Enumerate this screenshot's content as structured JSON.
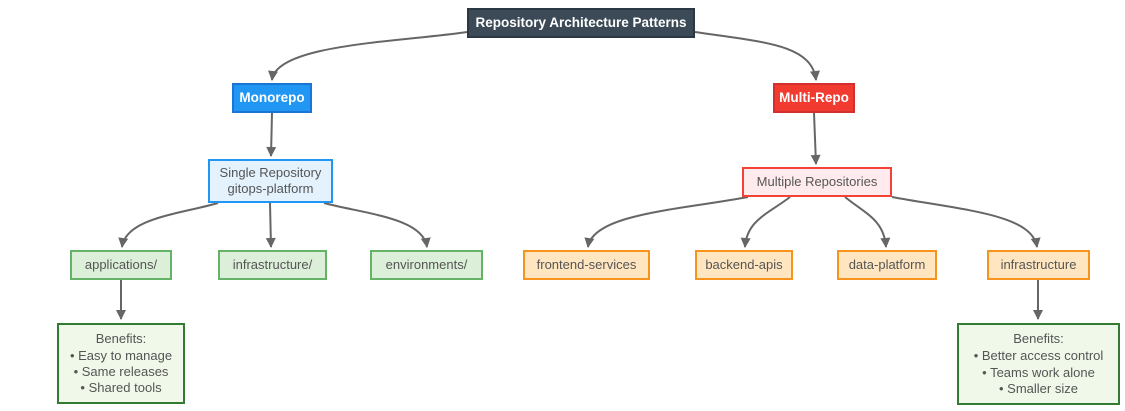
{
  "diagram": {
    "type": "flowchart",
    "title": "Repository Architecture Patterns",
    "nodes": {
      "root": {
        "label": "Repository Architecture Patterns"
      },
      "monorepo": {
        "label": "Monorepo"
      },
      "multirepo": {
        "label": "Multi-Repo"
      },
      "single_repo": {
        "line1": "Single Repository",
        "line2": "gitops-platform"
      },
      "multiple_repos": {
        "label": "Multiple Repositories"
      },
      "mono_dirs": [
        {
          "label": "applications/"
        },
        {
          "label": "infrastructure/"
        },
        {
          "label": "environments/"
        }
      ],
      "multi_repo_list": [
        {
          "label": "frontend-services"
        },
        {
          "label": "backend-apis"
        },
        {
          "label": "data-platform"
        },
        {
          "label": "infrastructure"
        }
      ],
      "mono_benefits": {
        "title": "Benefits:",
        "items": [
          "• Easy to manage",
          "• Same releases",
          "• Shared tools"
        ]
      },
      "multi_benefits": {
        "title": "Benefits:",
        "items": [
          "• Better access control",
          "• Teams work alone",
          "• Smaller size"
        ]
      }
    },
    "edges": [
      {
        "from": "root",
        "to": "monorepo"
      },
      {
        "from": "root",
        "to": "multirepo"
      },
      {
        "from": "monorepo",
        "to": "single_repo"
      },
      {
        "from": "multirepo",
        "to": "multiple_repos"
      },
      {
        "from": "single_repo",
        "to": "applications/"
      },
      {
        "from": "single_repo",
        "to": "infrastructure/"
      },
      {
        "from": "single_repo",
        "to": "environments/"
      },
      {
        "from": "multiple_repos",
        "to": "frontend-services"
      },
      {
        "from": "multiple_repos",
        "to": "backend-apis"
      },
      {
        "from": "multiple_repos",
        "to": "data-platform"
      },
      {
        "from": "multiple_repos",
        "to": "infrastructure"
      },
      {
        "from": "applications/",
        "to": "mono_benefits"
      },
      {
        "from": "infrastructure",
        "to": "multi_benefits"
      }
    ],
    "colors": {
      "background": "#ffffff",
      "edge": "#666666",
      "title_fill": "#3b4a56",
      "title_border": "#2b3844",
      "monorepo_fill": "#2196f3",
      "multirepo_fill": "#f23b30",
      "single_fill": "#e3f2fd",
      "single_border": "#2196f3",
      "multiple_fill": "#ffebee",
      "multiple_border": "#f44336",
      "dir_fill": "#dcefd8",
      "dir_border": "#66b266",
      "repo_fill": "#ffe6c0",
      "repo_border": "#f7941e",
      "benefits_fill": "#f0f8ea",
      "benefits_border": "#337a33",
      "light_text": "#555555"
    }
  }
}
